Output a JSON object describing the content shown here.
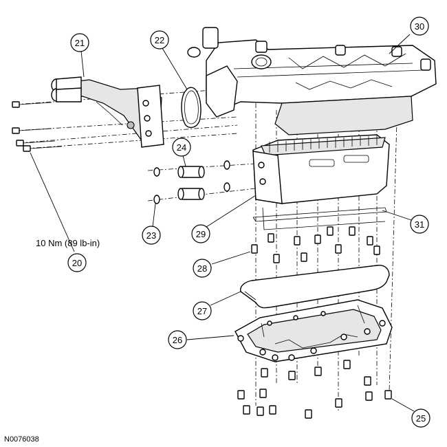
{
  "callouts": {
    "c20": "20",
    "c21": "21",
    "c22": "22",
    "c23": "23",
    "c24": "24",
    "c25": "25",
    "c26": "26",
    "c27": "27",
    "c28": "28",
    "c29": "29",
    "c30": "30",
    "c31": "31"
  },
  "torque_spec": "10 Nm (89 lb-in)",
  "figure_id": "N0076038"
}
